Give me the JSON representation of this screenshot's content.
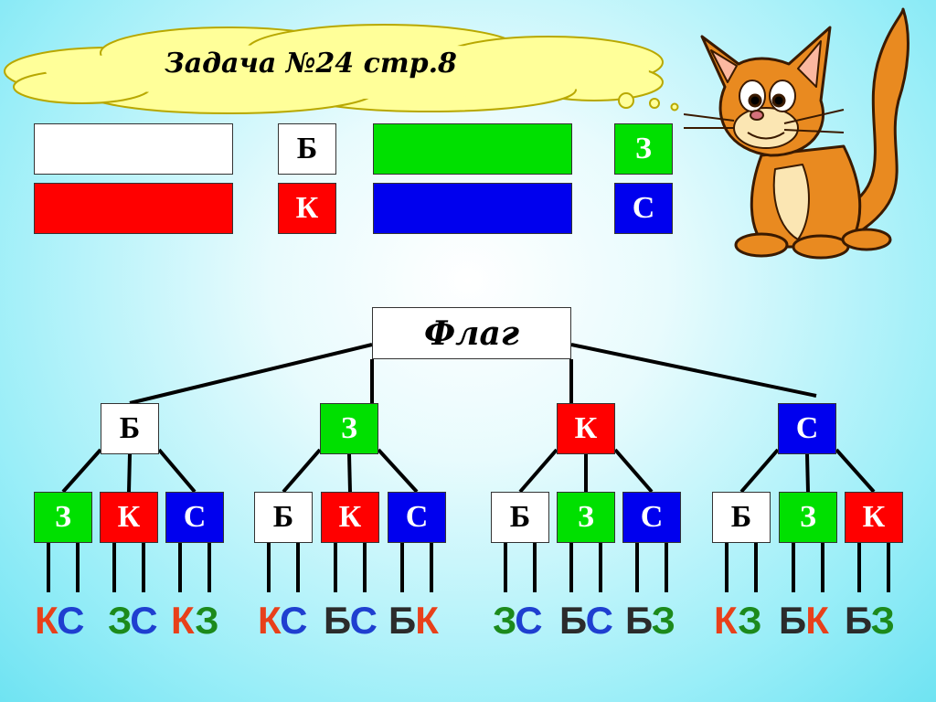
{
  "title": "Задача №24 стр.8",
  "colors": {
    "white": "#ffffff",
    "red": "#ff0000",
    "green": "#00e000",
    "blue": "#0000ee",
    "combo_red": "#e8401a",
    "combo_green": "#1c8a1c",
    "combo_blue": "#1f3fd0",
    "combo_dark": "#2b2b2b"
  },
  "legend": [
    {
      "color": "white",
      "letter": "Б"
    },
    {
      "color": "red",
      "letter": "К"
    },
    {
      "color": "green",
      "letter": "З"
    },
    {
      "color": "blue",
      "letter": "С"
    }
  ],
  "tree": {
    "root": "Флаг",
    "level1": [
      {
        "letter": "Б",
        "color": "white",
        "children": [
          {
            "letter": "З",
            "color": "green"
          },
          {
            "letter": "К",
            "color": "red"
          },
          {
            "letter": "С",
            "color": "blue"
          }
        ]
      },
      {
        "letter": "З",
        "color": "green",
        "children": [
          {
            "letter": "Б",
            "color": "white"
          },
          {
            "letter": "К",
            "color": "red"
          },
          {
            "letter": "С",
            "color": "blue"
          }
        ]
      },
      {
        "letter": "К",
        "color": "red",
        "children": [
          {
            "letter": "Б",
            "color": "white"
          },
          {
            "letter": "З",
            "color": "green"
          },
          {
            "letter": "С",
            "color": "blue"
          }
        ]
      },
      {
        "letter": "С",
        "color": "blue",
        "children": [
          {
            "letter": "Б",
            "color": "white"
          },
          {
            "letter": "З",
            "color": "green"
          },
          {
            "letter": "К",
            "color": "red"
          }
        ]
      }
    ]
  },
  "combinations": [
    [
      {
        "t": "К",
        "c": "combo_red"
      },
      {
        "t": "С",
        "c": "combo_blue"
      }
    ],
    [
      {
        "t": "З",
        "c": "combo_green"
      },
      {
        "t": "С",
        "c": "combo_blue"
      }
    ],
    [
      {
        "t": "К",
        "c": "combo_red"
      },
      {
        "t": "З",
        "c": "combo_green"
      }
    ],
    [
      {
        "t": "К",
        "c": "combo_red"
      },
      {
        "t": "С",
        "c": "combo_blue"
      }
    ],
    [
      {
        "t": "Б",
        "c": "combo_dark"
      },
      {
        "t": "С",
        "c": "combo_blue"
      }
    ],
    [
      {
        "t": "Б",
        "c": "combo_dark"
      },
      {
        "t": "К",
        "c": "combo_red"
      }
    ],
    [
      {
        "t": "З",
        "c": "combo_green"
      },
      {
        "t": "С",
        "c": "combo_blue"
      }
    ],
    [
      {
        "t": "Б",
        "c": "combo_dark"
      },
      {
        "t": "С",
        "c": "combo_blue"
      }
    ],
    [
      {
        "t": "Б",
        "c": "combo_dark"
      },
      {
        "t": "З",
        "c": "combo_green"
      }
    ],
    [
      {
        "t": "К",
        "c": "combo_red"
      },
      {
        "t": "З",
        "c": "combo_green"
      }
    ],
    [
      {
        "t": "Б",
        "c": "combo_dark"
      },
      {
        "t": "К",
        "c": "combo_red"
      }
    ],
    [
      {
        "t": "Б",
        "c": "combo_dark"
      },
      {
        "t": "З",
        "c": "combo_green"
      }
    ]
  ]
}
